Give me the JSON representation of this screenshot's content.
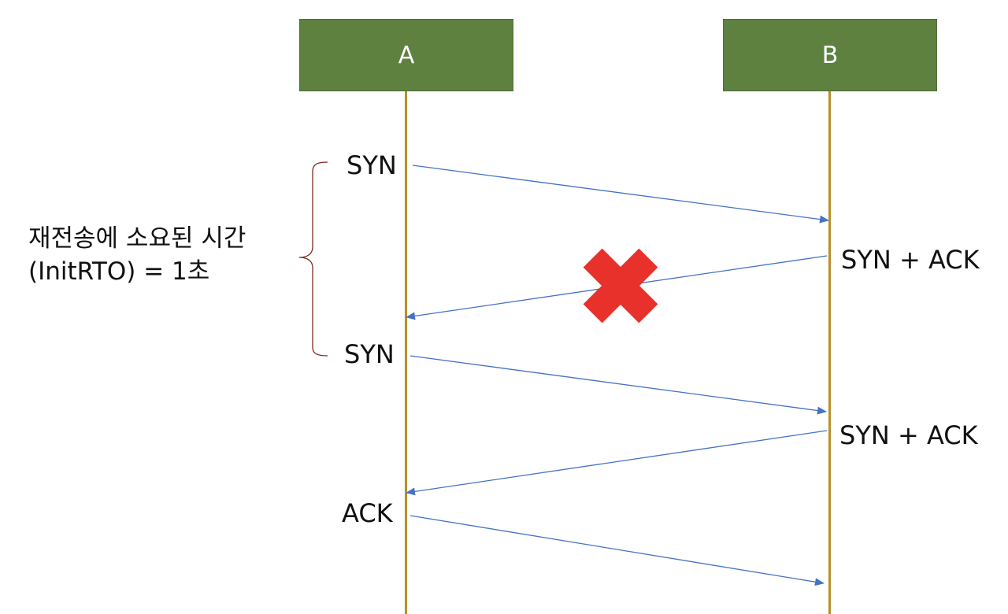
{
  "actors": {
    "a": "A",
    "b": "B"
  },
  "messages": {
    "syn_1": "SYN",
    "synack_1": "SYN + ACK",
    "syn_2": "SYN",
    "synack_2": "SYN + ACK",
    "ack": "ACK"
  },
  "note": {
    "line1": "재전송에 소요된 시간",
    "line2": "(InitRTO) = 1초"
  },
  "colors": {
    "actor_box": "#5e8140",
    "lifeline": "#b8902a",
    "arrow": "#4472c4",
    "lost_marker": "#e8312a",
    "brace": "#7b2a1a"
  },
  "icons": {
    "lost_marker": "x-cross-icon"
  }
}
